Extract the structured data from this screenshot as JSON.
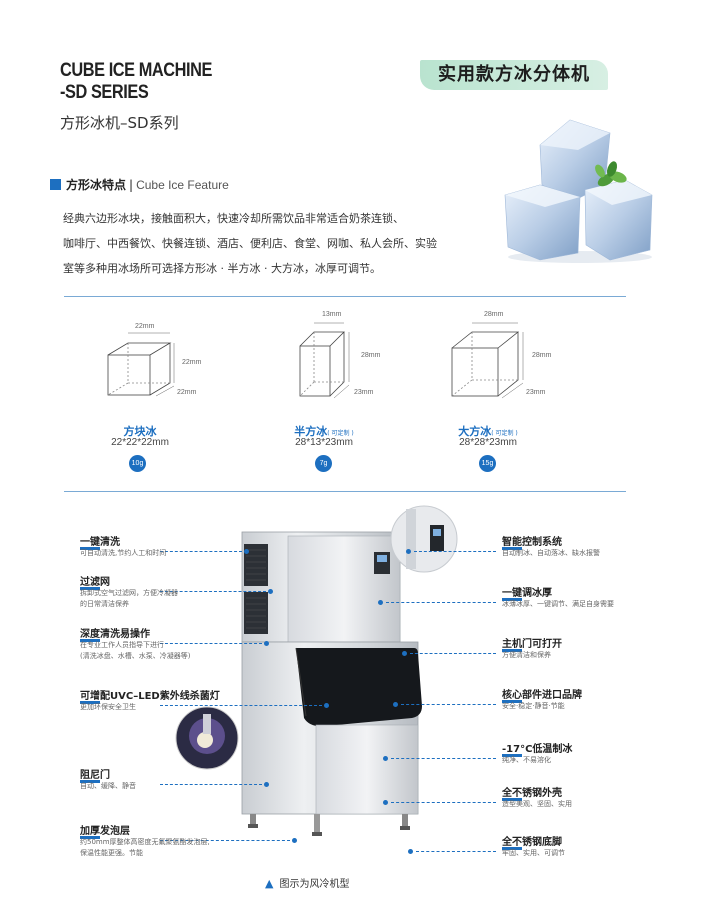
{
  "header": {
    "title_en_line1": "CUBE ICE MACHINE",
    "title_en_line2": "-SD SERIES",
    "title_cn": "方形冰机–SD系列",
    "tag": "实用款方冰分体机"
  },
  "feature_section": {
    "title_cn": "方形冰特点",
    "sep": "|",
    "title_en": "Cube Ice Feature",
    "lines": [
      "经典六边形冰块，接触面积大，快速冷却所需饮品非常适合奶茶连锁、",
      "咖啡厅、中西餐饮、快餐连锁、酒店、便利店、食堂、网咖、私人会所、实验",
      "室等多种用冰场所可选择方形冰 · 半方冰 · 大方冰，冰厚可调节。"
    ]
  },
  "cubes": [
    {
      "name": "方块冰",
      "note": "",
      "size": "22*22*22mm",
      "weight": "10g",
      "top": "22mm",
      "right": "22mm",
      "bottom": "22mm"
    },
    {
      "name": "半方冰",
      "note": "( 可定制 )",
      "size": "28*13*23mm",
      "weight": "7g",
      "top": "13mm",
      "right": "28mm",
      "bottom": "23mm"
    },
    {
      "name": "大方冰",
      "note": "( 可定制 )",
      "size": "28*28*23mm",
      "weight": "15g",
      "top": "28mm",
      "right": "28mm",
      "bottom": "23mm"
    }
  ],
  "left_features": [
    {
      "title": "一键清洗",
      "desc": [
        "可自动清洗,节约人工和时间"
      ]
    },
    {
      "title": "过滤网",
      "desc": [
        "拆卸式空气过滤网，方便冷凝器",
        "的日常清洁保养"
      ]
    },
    {
      "title": "深度清洗易操作",
      "desc": [
        "在专业工作人员指导下进行",
        "(清洗冰盘、水槽、水泵、冷凝器等)"
      ]
    },
    {
      "title": "可增配UVC–LED紫外线杀菌灯",
      "desc": [
        "更加环保安全卫生"
      ]
    },
    {
      "title": "阻尼门",
      "desc": [
        "自动、缓降、静音"
      ]
    },
    {
      "title": "加厚发泡层",
      "desc": [
        "约50mm厚整体高密度无氟聚氨酯发泡层,",
        "保温性能更强。节能"
      ]
    }
  ],
  "right_features": [
    {
      "title": "智能控制系统",
      "desc": [
        "自动制冰、自动落冰、缺水报警"
      ]
    },
    {
      "title": "一键调冰厚",
      "desc": [
        "冰薄冰厚、一键调节、满足自身需要"
      ]
    },
    {
      "title": "主机门可打开",
      "desc": [
        "方便清洁和保养"
      ]
    },
    {
      "title": "核心部件进口品牌",
      "desc": [
        "安全·稳定·静音·节能"
      ]
    },
    {
      "title": "-17°C低温制冰",
      "desc": [
        "纯净、不易溶化"
      ]
    },
    {
      "title": "全不锈钢外壳",
      "desc": [
        "造型美观、坚固、实用"
      ]
    },
    {
      "title": "全不锈钢底脚",
      "desc": [
        "牢固、实用、可调节"
      ]
    }
  ],
  "caption": {
    "icon": "triangle-up-icon",
    "text": "图示为风冷机型"
  },
  "colors": {
    "accent": "#1d6fc0",
    "tag_bg": "#c8ead9",
    "rule": "#7aaad5"
  }
}
